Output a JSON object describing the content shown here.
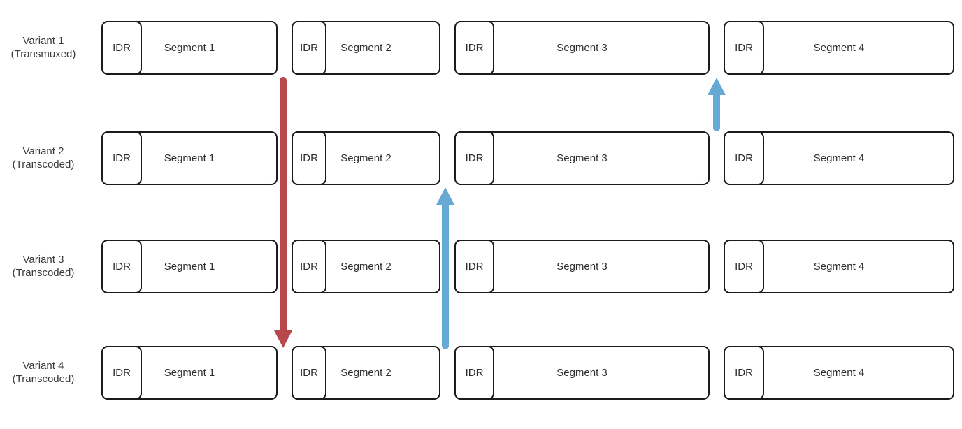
{
  "colors": {
    "background": "#ffffff",
    "box_border": "#1b1b1b",
    "text": "#2e2e2e",
    "down_switch_arrow": "#b5494c",
    "up_switch_arrow": "#67a9d5"
  },
  "diagram": {
    "idr_label": "IDR",
    "rows": [
      {
        "name": "Variant 1",
        "type": "(Transmuxed)",
        "segments": [
          "Segment 1",
          "Segment 2",
          "Segment 3",
          "Segment 4"
        ]
      },
      {
        "name": "Variant 2",
        "type": "(Transcoded)",
        "segments": [
          "Segment 1",
          "Segment 2",
          "Segment 3",
          "Segment 4"
        ]
      },
      {
        "name": "Variant 3",
        "type": "(Transcoded)",
        "segments": [
          "Segment 1",
          "Segment 2",
          "Segment 3",
          "Segment 4"
        ]
      },
      {
        "name": "Variant 4",
        "type": "(Transcoded)",
        "segments": [
          "Segment 1",
          "Segment 2",
          "Segment 3",
          "Segment 4"
        ]
      }
    ],
    "arrows": [
      {
        "color": "#b5494c",
        "direction": "down",
        "from_row": "Variant 1",
        "to_row": "Variant 4",
        "at_boundary": "Segment 1 / Segment 2"
      },
      {
        "color": "#67a9d5",
        "direction": "up",
        "from_row": "Variant 4",
        "to_row": "Variant 2",
        "at_boundary": "Segment 2 / Segment 3"
      },
      {
        "color": "#67a9d5",
        "direction": "up",
        "from_row": "Variant 2",
        "to_row": "Variant 1",
        "at_boundary": "Segment 3 / Segment 4"
      }
    ]
  }
}
